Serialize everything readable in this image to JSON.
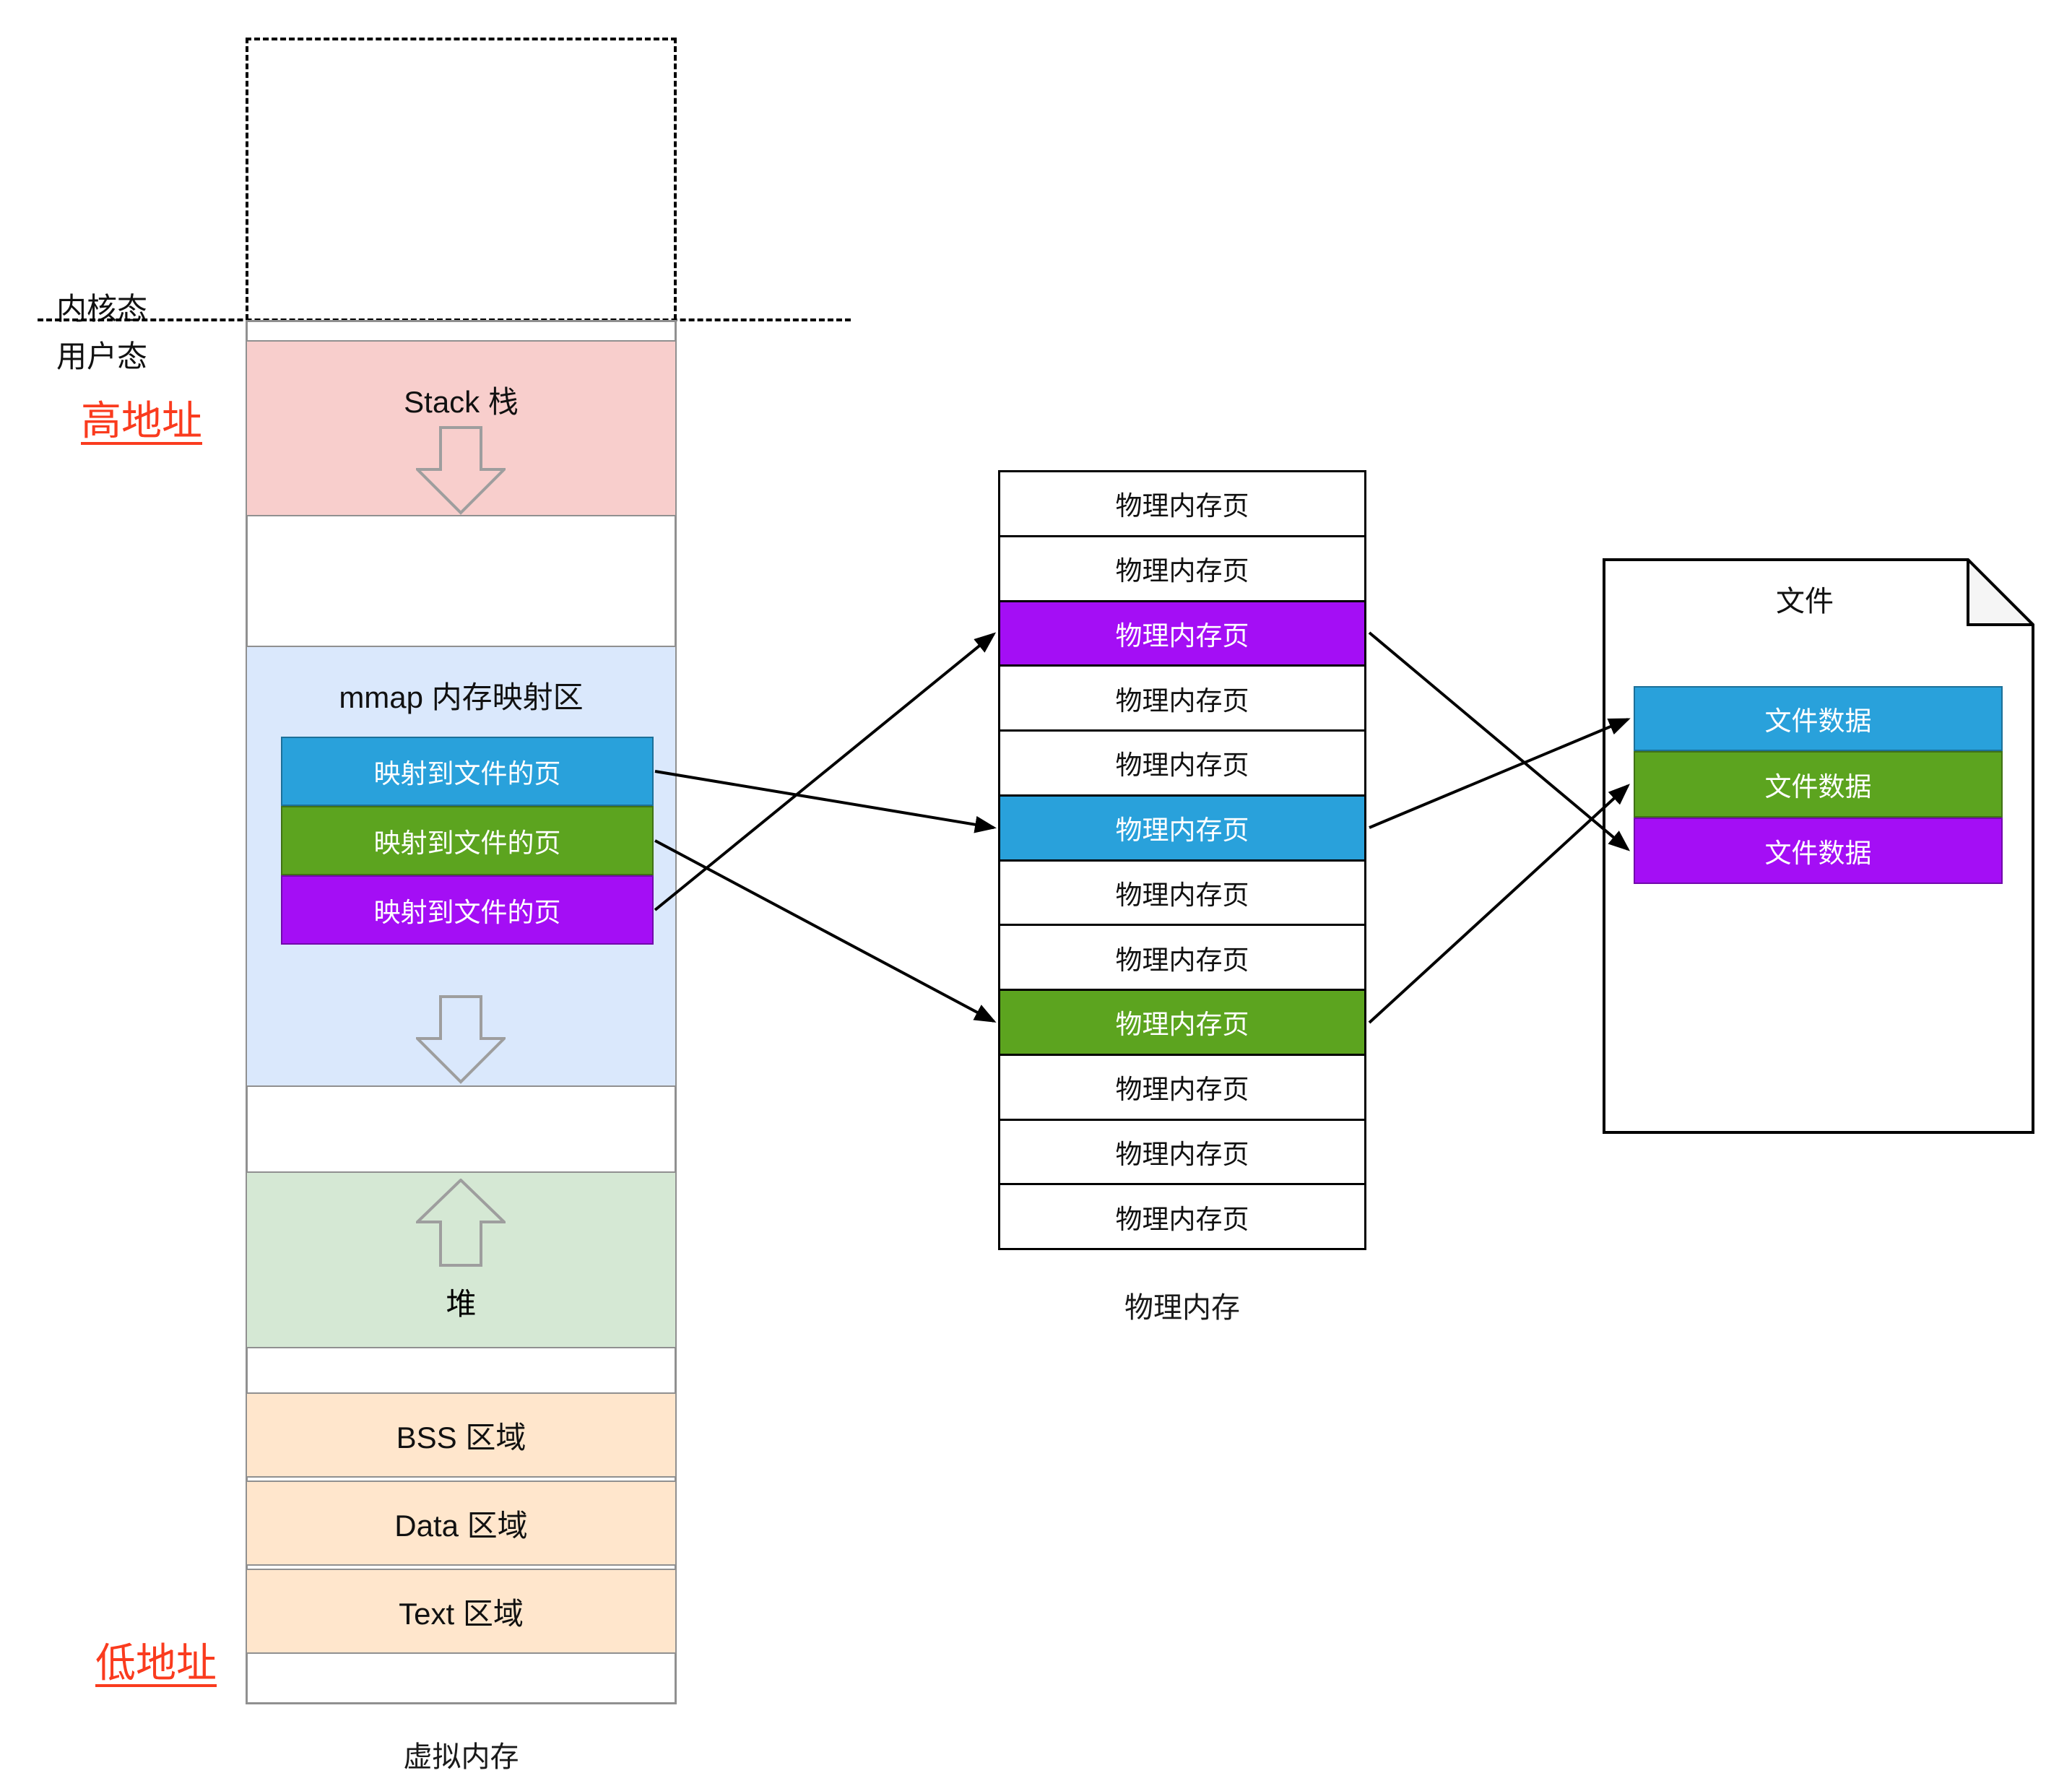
{
  "annotations": {
    "kernel_mode": "内核态",
    "user_mode": "用户态",
    "high_address": "高地址",
    "low_address": "低地址"
  },
  "virtual_memory": {
    "caption": "虚拟内存",
    "stack": {
      "label": "Stack 栈"
    },
    "mmap": {
      "label": "mmap 内存映射区"
    },
    "mapped_pages": [
      {
        "label": "映射到文件的页",
        "color": "#29A1DB"
      },
      {
        "label": "映射到文件的页",
        "color": "#5CA41F"
      },
      {
        "label": "映射到文件的页",
        "color": "#A40EF5"
      }
    ],
    "heap": {
      "label": "堆"
    },
    "segments": [
      {
        "label": "BSS 区域"
      },
      {
        "label": "Data 区域"
      },
      {
        "label": "Text 区域"
      }
    ]
  },
  "physical_memory": {
    "caption": "物理内存",
    "rows": [
      {
        "label": "物理内存页"
      },
      {
        "label": "物理内存页"
      },
      {
        "label": "物理内存页",
        "highlight": "purple"
      },
      {
        "label": "物理内存页"
      },
      {
        "label": "物理内存页"
      },
      {
        "label": "物理内存页",
        "highlight": "blue"
      },
      {
        "label": "物理内存页"
      },
      {
        "label": "物理内存页"
      },
      {
        "label": "物理内存页",
        "highlight": "green"
      },
      {
        "label": "物理内存页"
      },
      {
        "label": "物理内存页"
      },
      {
        "label": "物理内存页"
      }
    ]
  },
  "file": {
    "title": "文件",
    "blocks": [
      {
        "label": "文件数据",
        "color": "#29A1DB"
      },
      {
        "label": "文件数据",
        "color": "#5CA41F"
      },
      {
        "label": "文件数据",
        "color": "#A40EF5"
      }
    ]
  },
  "colors": {
    "page_blue": "#29A1DB",
    "page_green": "#5CA41F",
    "page_purple": "#A40EF5",
    "stack_fill": "#F8CECC",
    "mmap_fill": "#DAE8FC",
    "heap_fill": "#D5E8D4",
    "segment_fill": "#FFE6CC",
    "address_red": "#FA3B1E",
    "column_border": "#909090",
    "arrow_gray": "#9E9E9E",
    "fold_fill": "#F5F5F5"
  }
}
